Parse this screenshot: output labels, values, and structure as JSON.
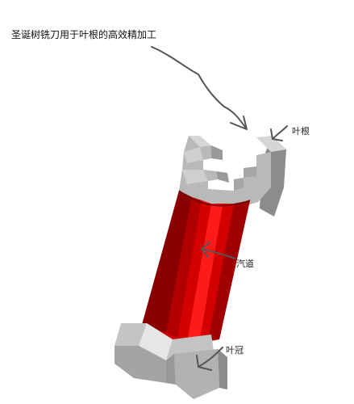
{
  "title": "圣诞树铣刀用于叶根的高效精加工",
  "labels": {
    "root": "叶根",
    "channel": "汽道",
    "crown": "叶冠"
  },
  "colors": {
    "background": "#ffffff",
    "metal_light": "#d2d2d2",
    "metal_mid": "#b4b4b4",
    "metal_dark": "#8c8c8c",
    "airfoil_red": "#e00000",
    "airfoil_dark": "#8a0000",
    "arrow": "#555555"
  }
}
